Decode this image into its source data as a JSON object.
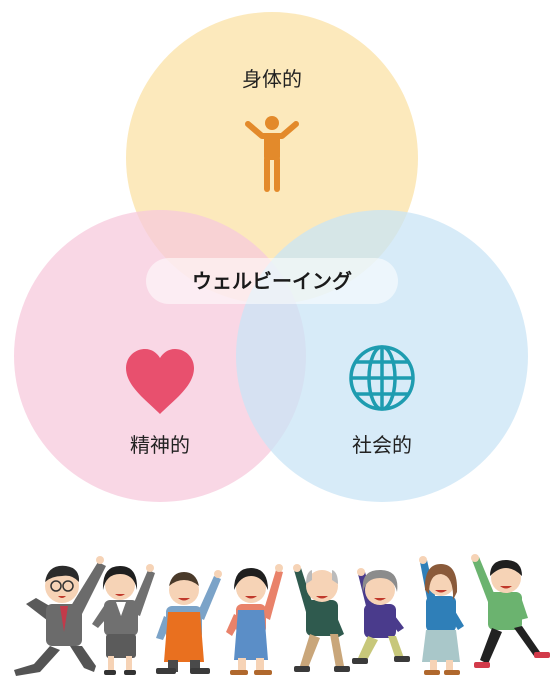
{
  "diagram": {
    "center_label": "ウェルビーイング",
    "circles": [
      {
        "id": "physical",
        "label": "身体的",
        "icon": "person-icon",
        "color": "#fbe2a6",
        "icon_color": "#e38a2b"
      },
      {
        "id": "mental",
        "label": "精神的",
        "icon": "heart-icon",
        "color": "#f7c9dc",
        "icon_color": "#e8506e"
      },
      {
        "id": "social",
        "label": "社会的",
        "icon": "globe-icon",
        "color": "#c9e4f6",
        "icon_color": "#1e9cb0"
      }
    ]
  },
  "illustration": {
    "icon": "cheering-people-illustration",
    "people_count": 8
  }
}
